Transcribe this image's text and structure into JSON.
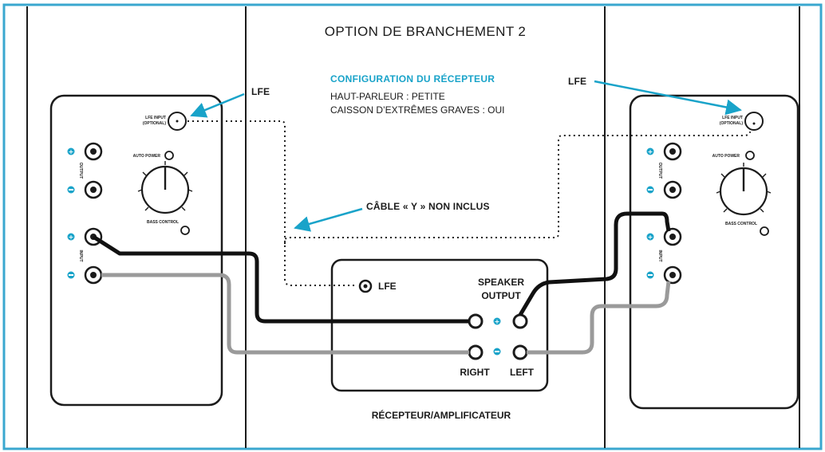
{
  "title": "OPTION DE BRANCHEMENT 2",
  "config": {
    "heading": "CONFIGURATION DU RÉCEPTEUR",
    "line1": "HAUT-PARLEUR : PETITE",
    "line2": "CAISSON D’EXTRÊMES GRAVES : OUI"
  },
  "callouts": {
    "lfe_left": "LFE",
    "lfe_right": "LFE",
    "y_cable": "CÂBLE « Y » NON INCLUS"
  },
  "receiver": {
    "caption": "RÉCEPTEUR/AMPLIFICATEUR",
    "lfe_label": "LFE",
    "speaker_output_line1": "SPEAKER",
    "speaker_output_line2": "OUTPUT",
    "right_label": "RIGHT",
    "left_label": "LEFT"
  },
  "speaker_panel": {
    "lfe_input_line1": "LFE INPUT",
    "lfe_input_line2": "(OPTIONAL)",
    "auto_power": "AUTO POWER",
    "bass_control": "BASS CONTROL",
    "output_label": "OUTPUT",
    "input_label": "INPUT"
  },
  "colors": {
    "accent": "#19a3c9",
    "frame": "#3aa7cf",
    "ink": "#1b1b1b",
    "grey_wire": "#9a9a9a"
  }
}
